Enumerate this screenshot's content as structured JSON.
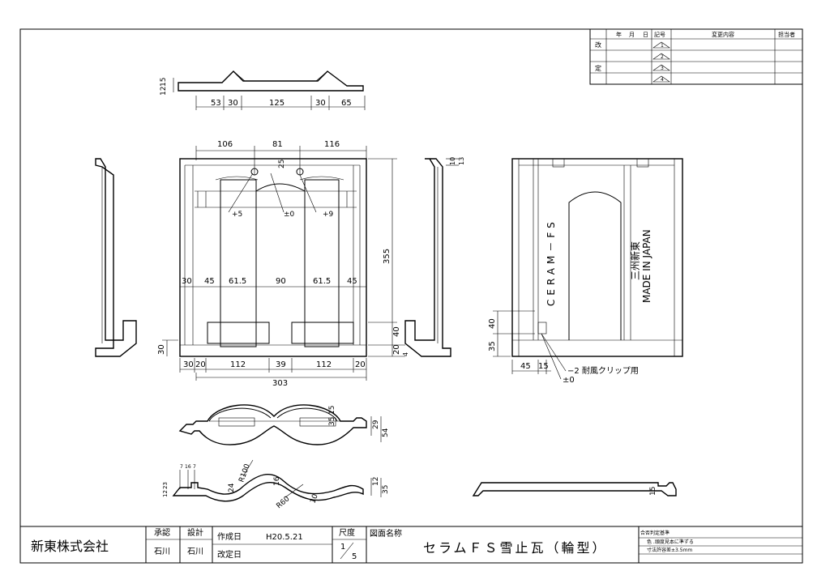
{
  "revision_table": {
    "side_labels": [
      "改",
      "定"
    ],
    "headers": [
      "年",
      "月",
      "日",
      "記号",
      "変更内容",
      "担当者"
    ],
    "marks": [
      "1",
      "2",
      "3",
      "4"
    ]
  },
  "top_view": {
    "height_labels": [
      "15",
      "12"
    ],
    "dims": [
      "53",
      "30",
      "125",
      "30",
      "65"
    ]
  },
  "front_view": {
    "top_dims": [
      "106",
      "81",
      "116"
    ],
    "inner_dim": "25",
    "adjust_labels": [
      "+5",
      "±0",
      "+9"
    ],
    "row_dims": [
      "30",
      "45",
      "61.5",
      "90",
      "61.5",
      "45"
    ],
    "height_total": "355",
    "right_lower": [
      "40",
      "20"
    ],
    "right_small": "4",
    "left_side": "30",
    "bottom_dims": [
      "30",
      "20",
      "112",
      "39",
      "112",
      "20"
    ],
    "total_width": "303"
  },
  "side_view": {
    "dims": [
      "10",
      "13"
    ]
  },
  "back_view": {
    "stamp_vertical": "CERAM－FS",
    "stamp_maker": "三州新東",
    "stamp_made": "MADE IN JAPAN",
    "left_dims": [
      "40",
      "35"
    ],
    "bottom_dims": [
      "45",
      "15"
    ],
    "note_clip": "−2 耐風クリップ用",
    "note_zero": "±0"
  },
  "section_upper": {
    "dims": [
      "15",
      "35",
      "29",
      "54"
    ]
  },
  "section_lower": {
    "left_dims": [
      "7",
      "16",
      "7"
    ],
    "small_dims": [
      "12",
      "23"
    ],
    "radius_labels": [
      "R100",
      "R60"
    ],
    "dims": [
      "24",
      "16",
      "10"
    ],
    "right_dims": [
      "12",
      "35"
    ]
  },
  "side_profile": {
    "dim": "15"
  },
  "title_block": {
    "company": "新東株式会社",
    "approve_label": "承認",
    "design_label": "設計",
    "approve_name": "石川",
    "design_name": "石川",
    "created_label": "作成日",
    "created_date": "H20.5.21",
    "revised_label": "改定日",
    "scale_label": "尺度",
    "scale_num": "1",
    "scale_den": "5",
    "drawing_name_label": "図面名称",
    "drawing_name": "セラムＦＳ雪止瓦（輪型）",
    "notes": [
      "合否判定基準",
      "色 .頭度見本に準ずる",
      "寸法許容差±3.5mm"
    ]
  }
}
